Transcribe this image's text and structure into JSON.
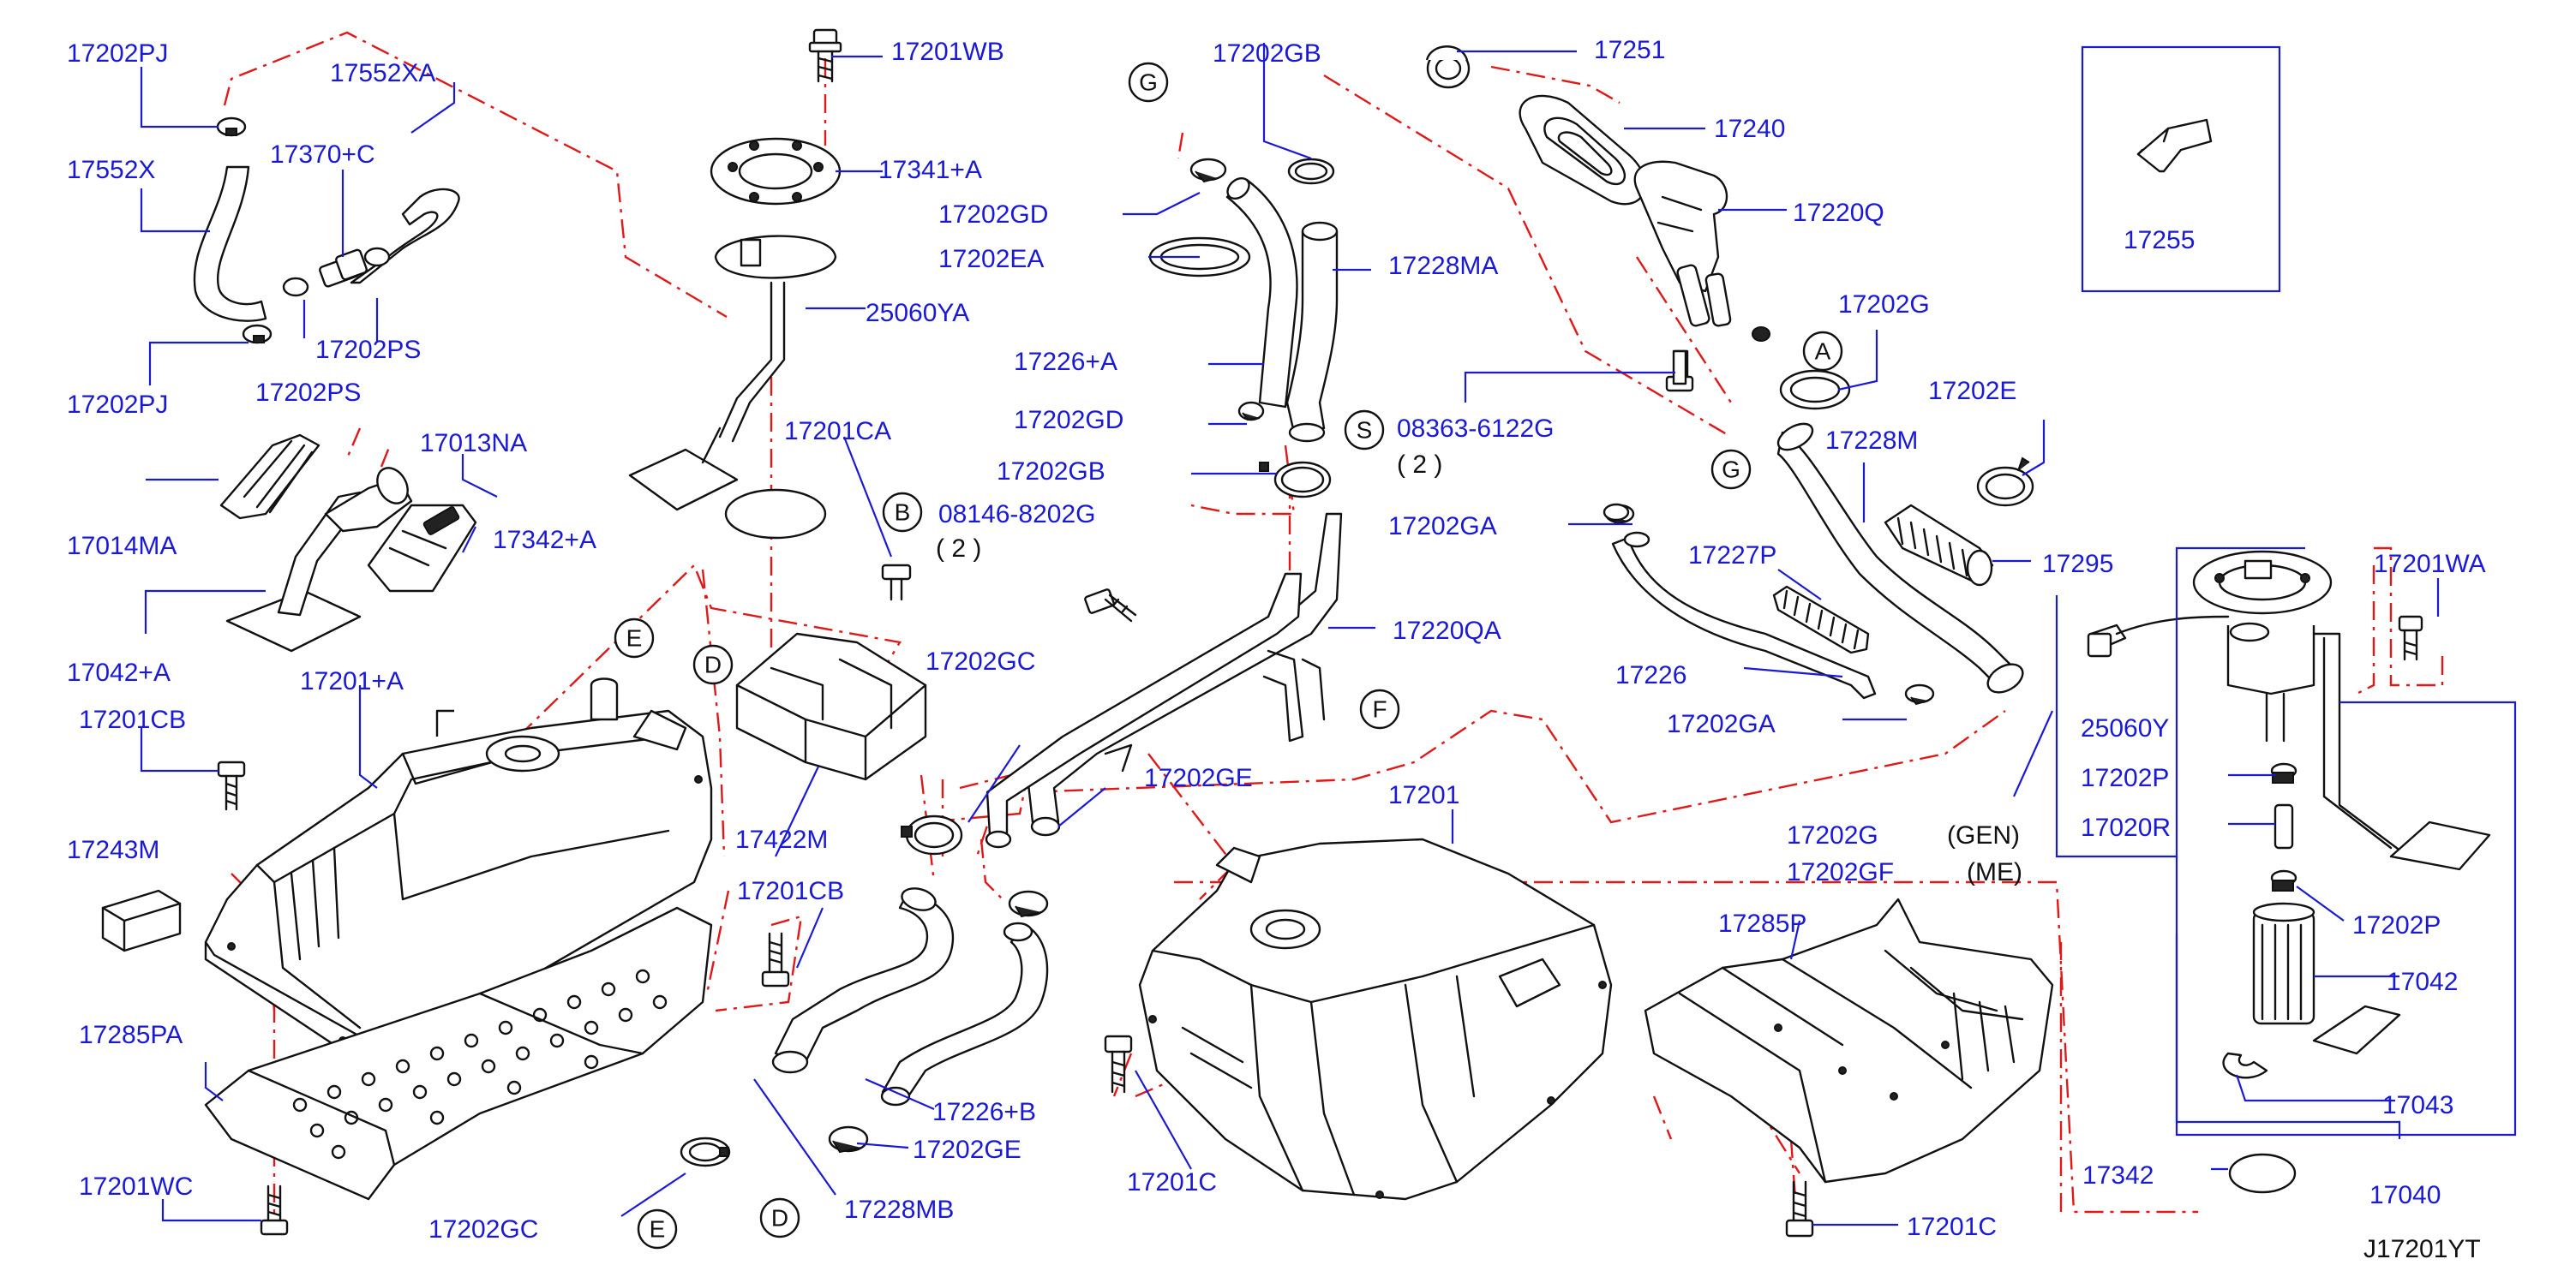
{
  "diagram": {
    "title_code": "J17201YT",
    "colors": {
      "label": "#1a1ad6",
      "leader": "#1a1ad6",
      "dash": "#e01818",
      "drawing": "#111111"
    },
    "part_labels": [
      "17202PJ",
      "17552XA",
      "17552X",
      "17370+C",
      "17202PS",
      "17202PJ",
      "17202PS",
      "17201WB",
      "17341+A",
      "25060YA",
      "17013NA",
      "17014MA",
      "17342+A",
      "17042+A",
      "17201CA",
      "08146-8202G",
      "( 2 )",
      "17202GB",
      "17202GD",
      "17202EA",
      "17228MA",
      "17226+A",
      "17202GD",
      "17202GB",
      "08363-6122G",
      "( 2 )",
      "17251",
      "17240",
      "17220Q",
      "17202G",
      "17255",
      "17202E",
      "17228M",
      "17202GA",
      "17227P",
      "17295",
      "17201WA",
      "17220QA",
      "17226",
      "17202GA",
      "25060Y",
      "17202P",
      "17020R",
      "17202P",
      "17042",
      "17043",
      "17040",
      "17342",
      "17201+A",
      "17201CB",
      "17243M",
      "17422M",
      "17202GC",
      "17201CB",
      "17285PA",
      "17201WC",
      "17202GC",
      "17228MB",
      "17202GE",
      "17226+B",
      "17202GE",
      "17201",
      "17201C",
      "17285P",
      "17201C",
      "17202G",
      "17202GF"
    ],
    "notes": [
      "(GEN)",
      "(ME)"
    ],
    "markers": [
      "G",
      "S",
      "B",
      "A",
      "G",
      "F",
      "E",
      "D",
      "D",
      "E"
    ]
  }
}
